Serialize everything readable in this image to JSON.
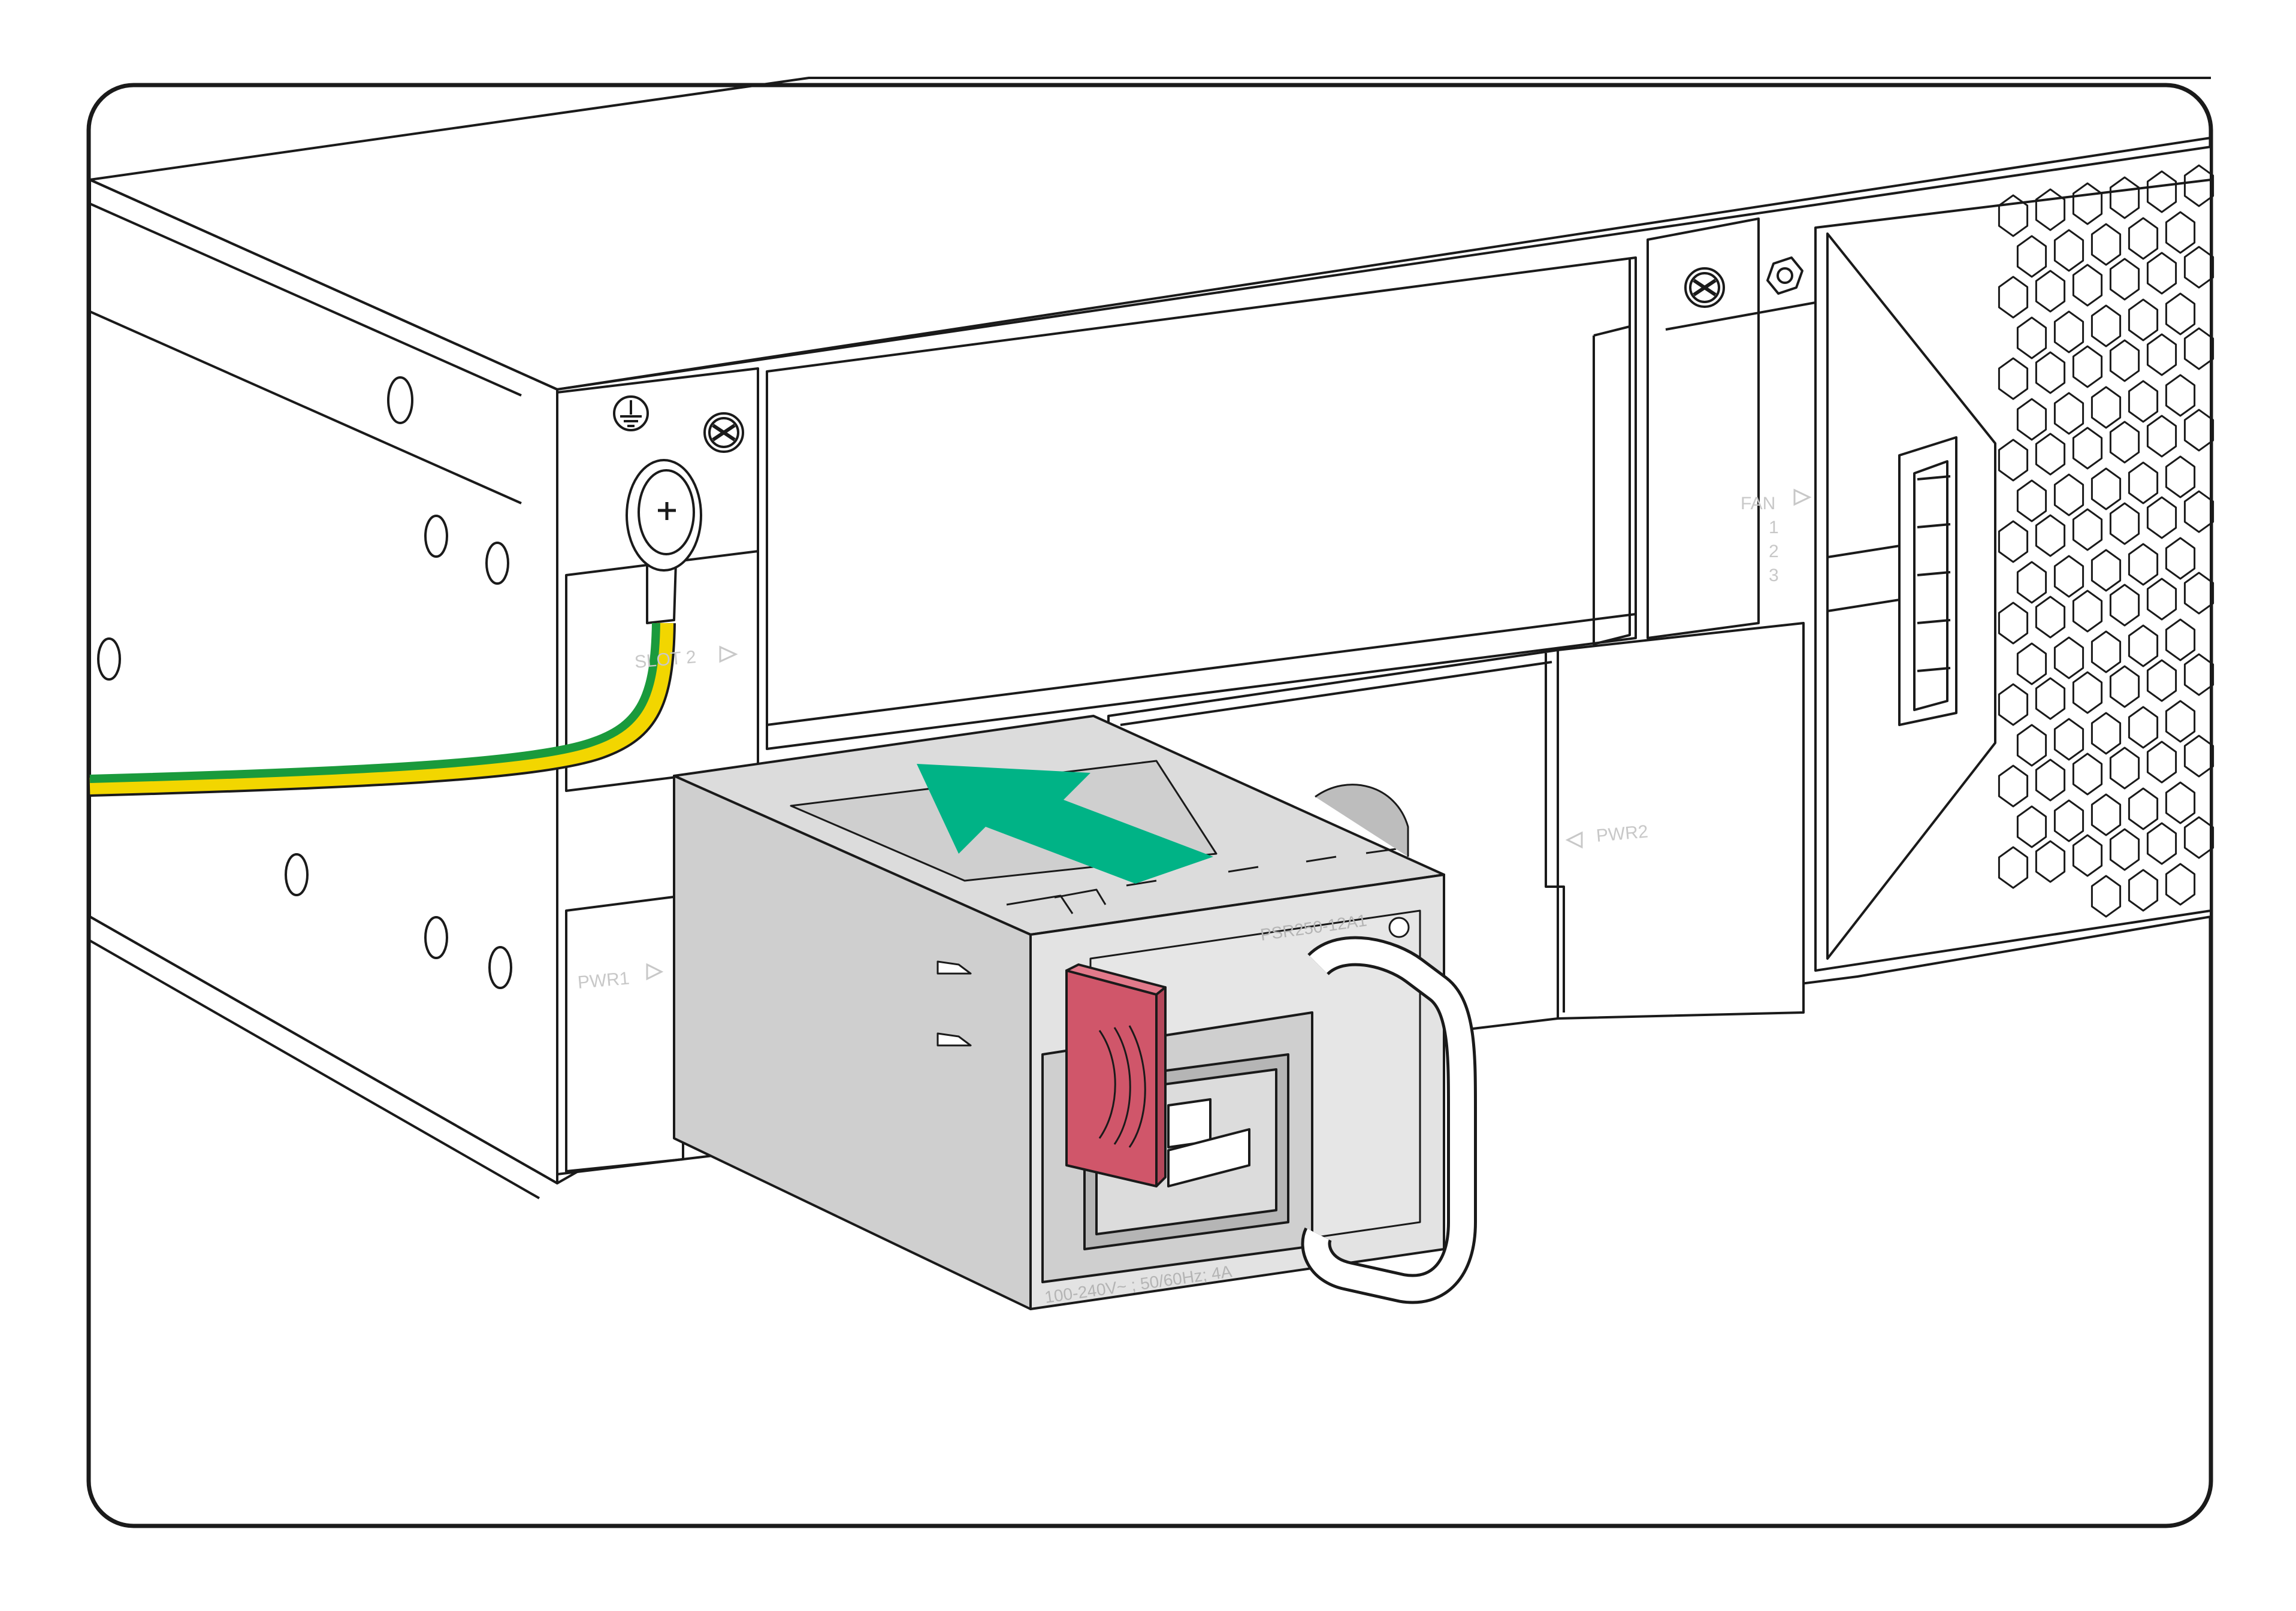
{
  "labels": {
    "slot": "SLOT 2",
    "pwr1": "PWR1",
    "pwr2": "PWR2",
    "fan": "FAN",
    "fan_1": "1",
    "fan_2": "2",
    "fan_3": "3",
    "model": "PSR250-12A1",
    "rating": "100-240V~ ; 50/60Hz; 4A"
  },
  "icons": {
    "ground": "ground-icon",
    "screw": "phillips-screw-icon",
    "arrow": "insert-direction-arrow"
  },
  "colors": {
    "line": "#1a1a1a",
    "chassis": "#ffffff",
    "psu_light": "#dcdcdc",
    "psu_mid": "#cfcfcf",
    "psu_dark": "#bdbdbd",
    "latch": "#d0566a",
    "arrow": "#00b386",
    "cable_green": "#1a9a3c",
    "cable_yellow": "#f2d600",
    "frame": "#1a1a1a"
  }
}
